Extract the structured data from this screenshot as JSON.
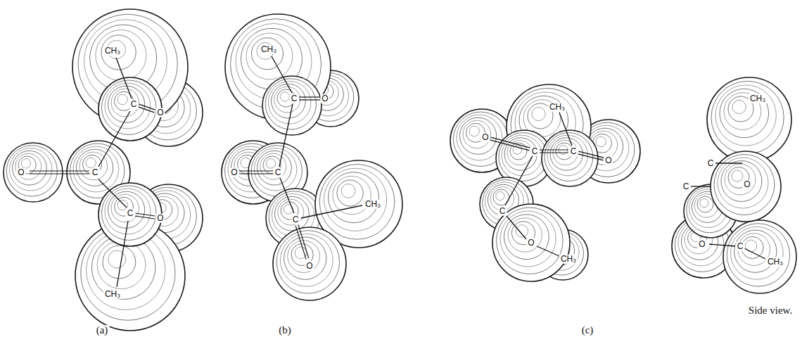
{
  "diagram": {
    "labels": [
      "CH₃",
      "C",
      "O",
      "O",
      "C",
      "C",
      "O",
      "CH₃",
      "(a)",
      "CH₃",
      "C",
      "O",
      "O",
      "C",
      "CH₃",
      "C",
      "O",
      "(b)",
      "CH₃",
      "O",
      "C",
      "C",
      "O",
      "C",
      "O",
      "CH₃",
      "(c)",
      "CH₃",
      "C",
      "C",
      "O",
      "O",
      "C",
      "CH₃",
      "Side view."
    ]
  }
}
